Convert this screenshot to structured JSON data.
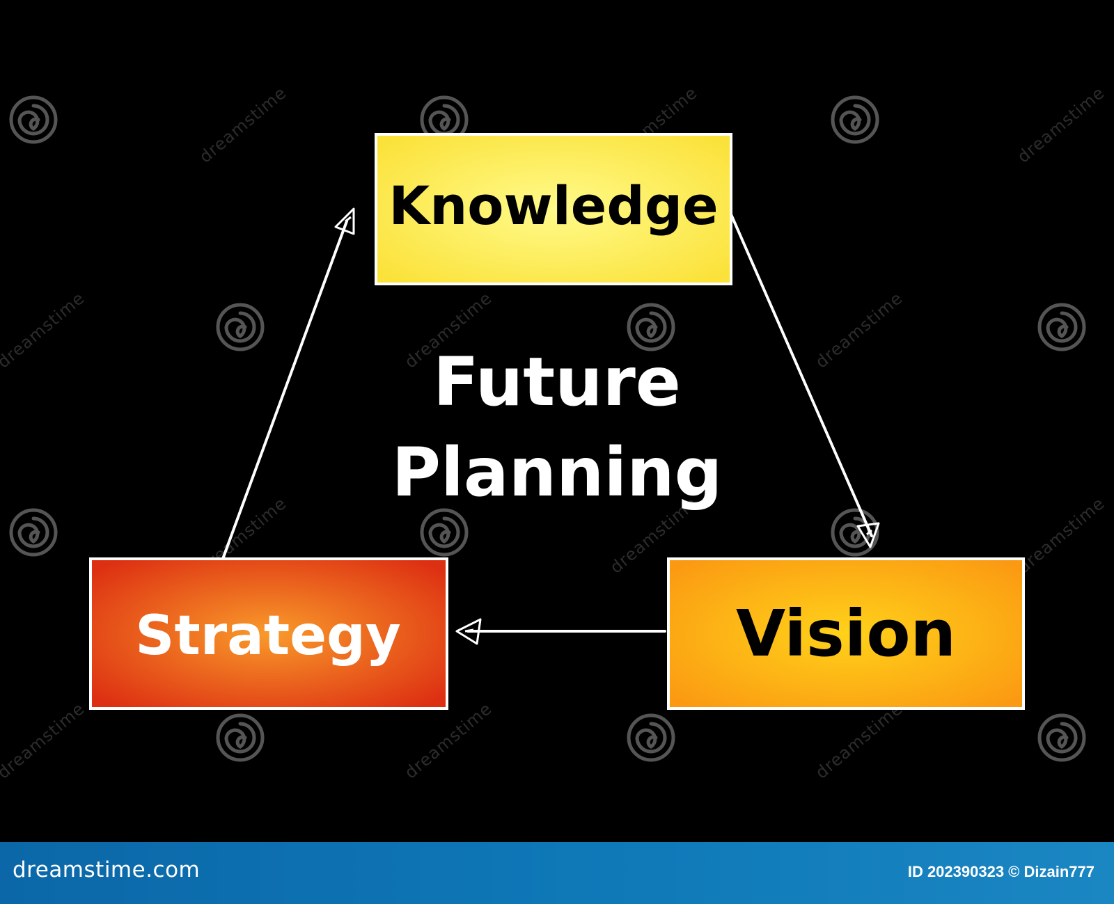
{
  "diagram": {
    "title_line1": "Future",
    "title_line2": "Planning",
    "nodes": {
      "knowledge": "Knowledge",
      "vision": "Vision",
      "strategy": "Strategy"
    }
  },
  "watermark": {
    "text": "dreamstime"
  },
  "footer": {
    "logo": "dreamstime.com",
    "id_text": "ID 202390323 © Dizain777"
  },
  "colors": {
    "background": "#000000",
    "knowledge_box": "#fdf25a",
    "vision_box": "#fdb21a",
    "strategy_box": "#e8481c",
    "footer_bar": "#0f79b8",
    "line": "#ffffff"
  }
}
